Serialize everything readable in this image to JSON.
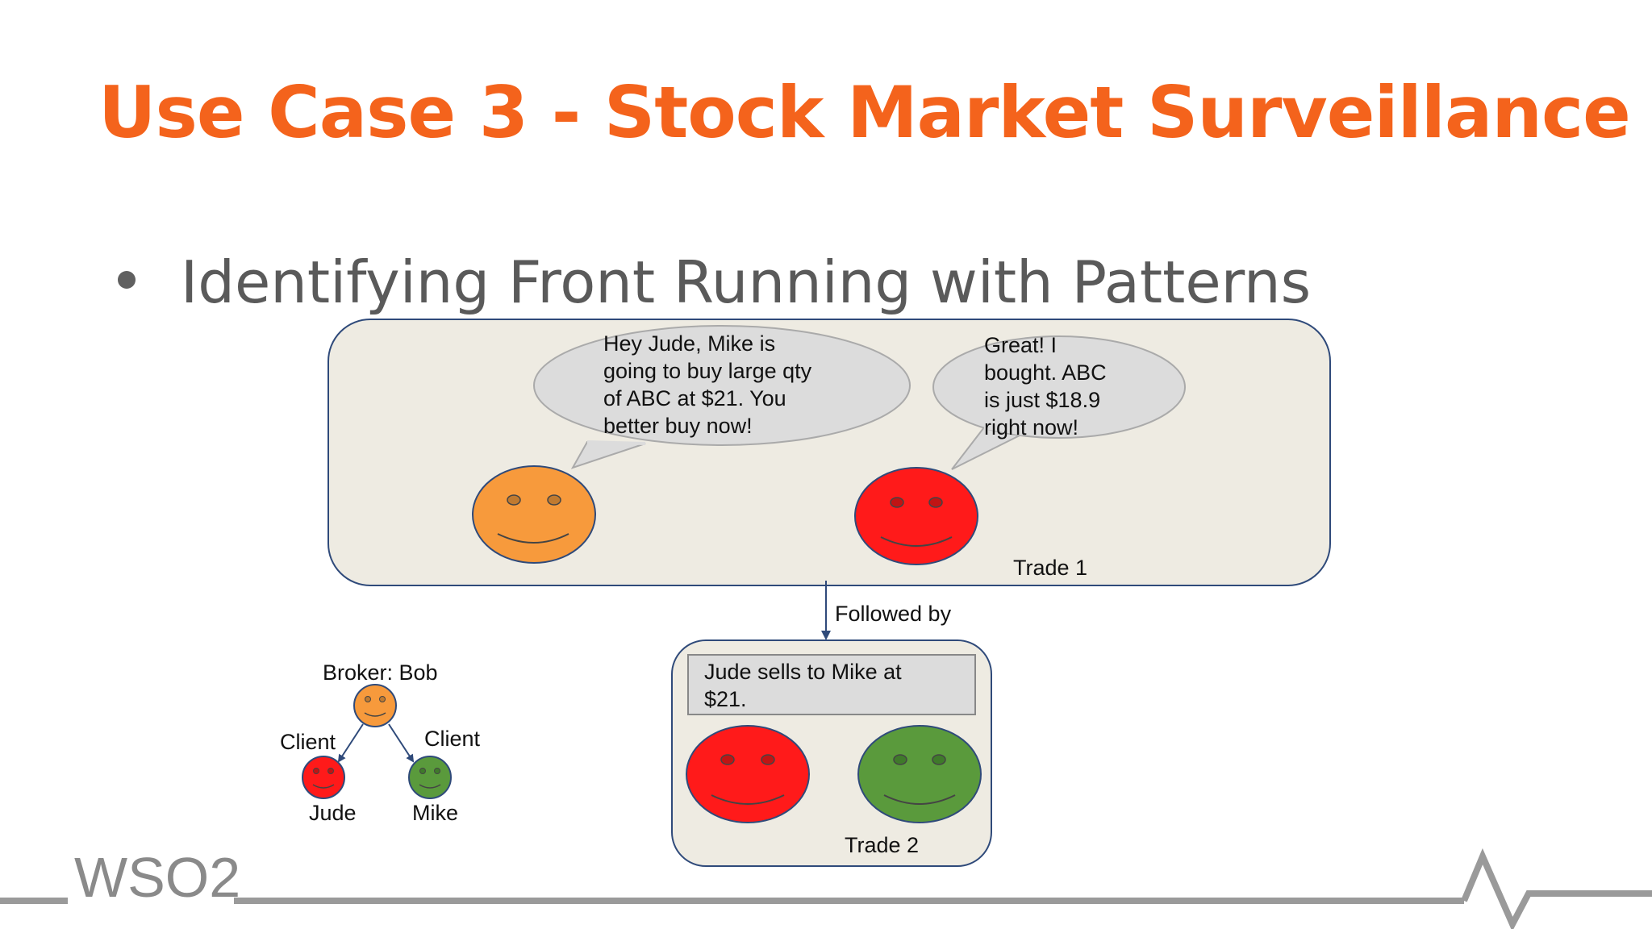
{
  "slide": {
    "title": "Use Case 3 - Stock Market Surveillance",
    "bullet": "Identifying Front Running with Patterns"
  },
  "trade1": {
    "label": "Trade 1",
    "speech_bob": [
      "Hey Jude, Mike is",
      "going to buy large qty",
      "of ABC at $21. You",
      "better buy now!"
    ],
    "speech_jude": [
      "Great! I",
      "bought. ABC",
      "is just $18.9",
      "right now!"
    ]
  },
  "connector": {
    "label": "Followed by"
  },
  "trade2": {
    "label": "Trade 2",
    "statement": [
      "Jude sells to Mike at",
      "$21."
    ]
  },
  "relationship": {
    "broker_label": "Broker: Bob",
    "client_left_label": "Client",
    "client_right_label": "Client",
    "jude_label": "Jude",
    "mike_label": "Mike"
  },
  "logo": {
    "text": "WSO2"
  },
  "colors": {
    "title": "#f4631c",
    "bob": "#f79a3c",
    "jude": "#ff1a1a",
    "mike": "#5a9a3c",
    "panel": "#eeebe2",
    "panel_border": "#2f4a7a",
    "bubble": "#dcdcdc"
  }
}
